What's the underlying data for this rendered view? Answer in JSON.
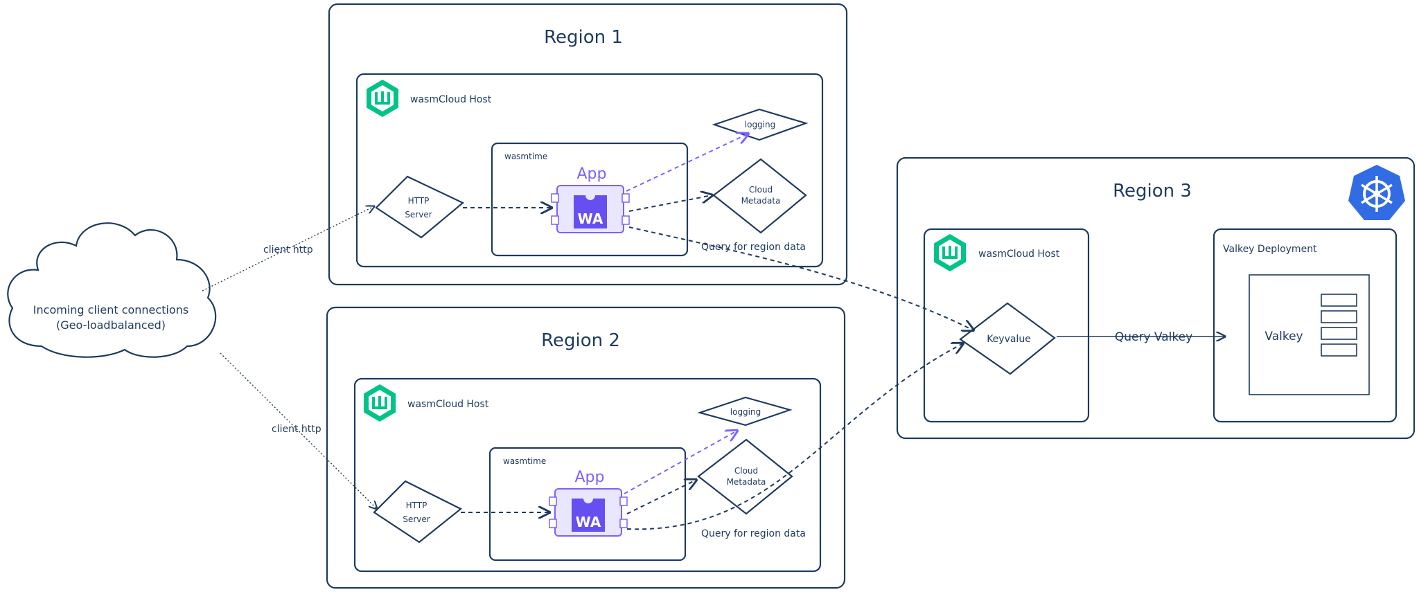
{
  "cloud": {
    "line1": "Incoming client connections",
    "line2": "(Geo-loadbalanced)"
  },
  "region1": {
    "title": "Region 1",
    "host_label": "wasmCloud Host",
    "runtime_label": "wasmtime",
    "app_label": "App",
    "wa_label": "WA",
    "http_line1": "HTTP",
    "http_line2": "Server",
    "logging_label": "logging",
    "cloud_meta_line1": "Cloud",
    "cloud_meta_line2": "Metadata",
    "query_label": "Query for region data",
    "client_label": "client http"
  },
  "region2": {
    "title": "Region 2",
    "host_label": "wasmCloud Host",
    "runtime_label": "wasmtime",
    "app_label": "App",
    "wa_label": "WA",
    "http_line1": "HTTP",
    "http_line2": "Server",
    "logging_label": "logging",
    "cloud_meta_line1": "Cloud",
    "cloud_meta_line2": "Metadata",
    "query_label": "Query for region data",
    "client_label": "client http"
  },
  "region3": {
    "title": "Region 3",
    "host_label": "wasmCloud Host",
    "keyvalue_label": "Keyvalue",
    "query_valkey_label": "Query Valkey",
    "deployment_label": "Valkey Deployment",
    "valkey_label": "Valkey"
  },
  "colors": {
    "ink": "#1e3a5f",
    "purple": "#7b61ff",
    "wasm": "#654ff0",
    "wasmcloud_green": "#00c389",
    "kubernetes_blue": "#326ce5"
  },
  "icons": [
    "wasmcloud-logo-icon",
    "webassembly-icon",
    "kubernetes-icon",
    "cloud-shape"
  ]
}
